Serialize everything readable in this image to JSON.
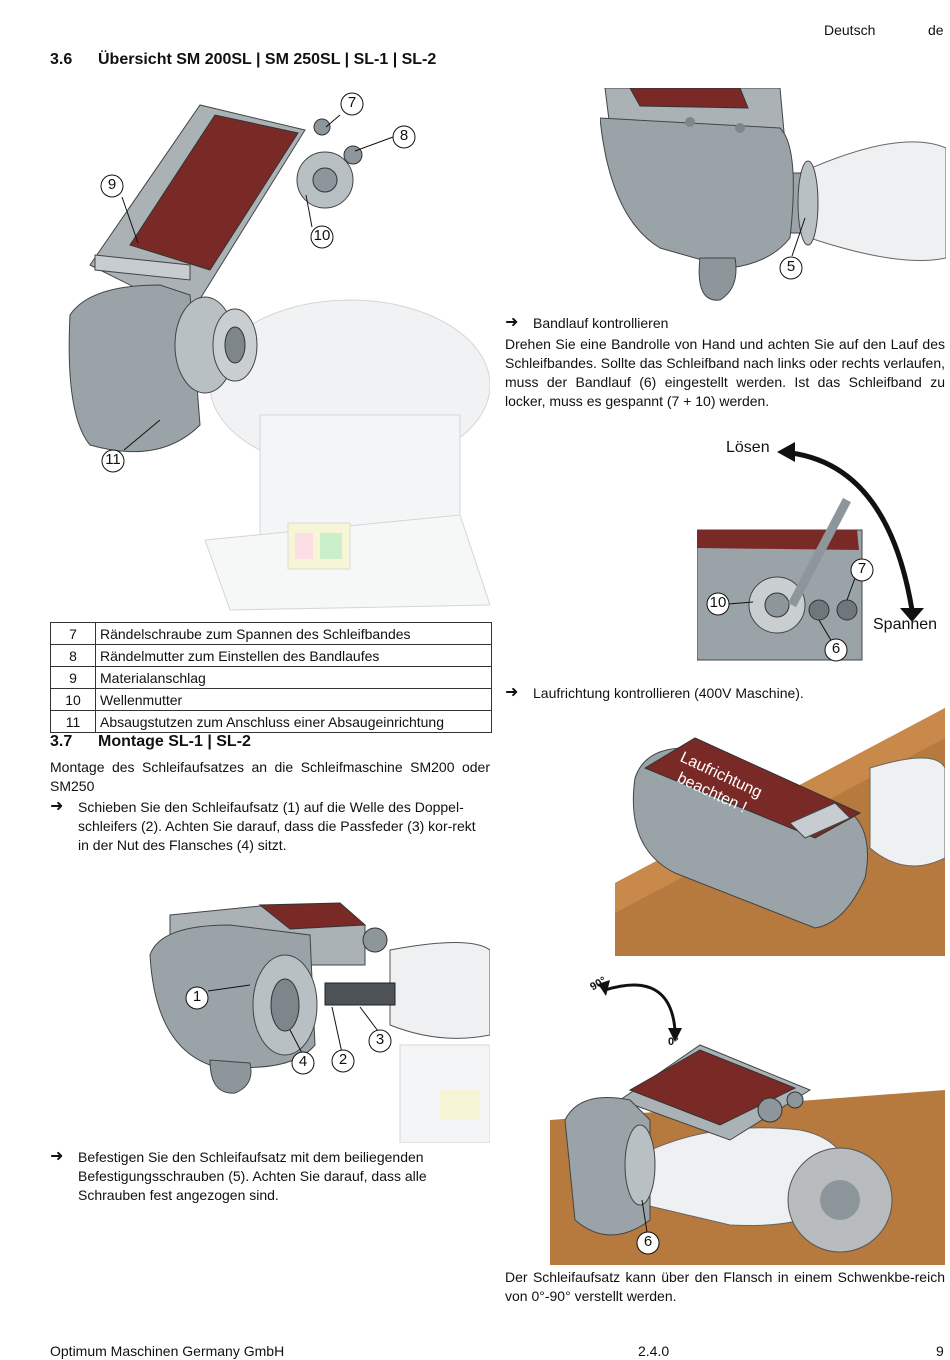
{
  "header": {
    "language": "Deutsch",
    "lang_code": "de"
  },
  "section_36": {
    "number": "3.6",
    "title": "Übersicht SM 200SL | SM 250SL | SL-1 | SL-2",
    "figure_callouts": [
      "7",
      "8",
      "9",
      "10",
      "11"
    ]
  },
  "parts_table": [
    {
      "num": "7",
      "desc": "Rändelschraube zum Spannen des Schleifbandes"
    },
    {
      "num": "8",
      "desc": "Rändelmutter zum Einstellen des Bandlaufes"
    },
    {
      "num": "9",
      "desc": "Materialanschlag"
    },
    {
      "num": "10",
      "desc": "Wellenmutter"
    },
    {
      "num": "11",
      "desc": "Absaugstutzen zum Anschluss einer Absaugeinrichtung"
    }
  ],
  "section_37": {
    "number": "3.7",
    "title": "Montage SL-1 | SL-2",
    "intro": "Montage des Schleifaufsatzes an die Schleifmaschine SM200 oder SM250",
    "step1": "Schieben Sie den Schleifaufsatz (1) auf die Welle des Doppel-schleifers (2). Achten Sie darauf, dass die Passfeder (3) kor-rekt in der Nut des Flansches (4) sitzt.",
    "mount_callouts": [
      "1",
      "2",
      "3",
      "4"
    ],
    "step2": "Befestigen Sie den Schleifaufsatz mit dem beiliegenden Befestigungsschrauben (5). Achten Sie darauf, dass alle Schrauben fest angezogen sind."
  },
  "right_column": {
    "screw_callout": "5",
    "bandlauf_heading": "Bandlauf kontrollieren",
    "bandlauf_text": "Drehen Sie eine Bandrolle von Hand und achten Sie auf den Lauf des Schleifbandes. Sollte das Schleifband nach links oder rechts verlaufen, muss der Bandlauf (6) eingestellt werden. Ist das Schleifband zu locker, muss es gespannt (7 + 10) werden.",
    "loesen_label": "Lösen",
    "spannen_label": "Spannen",
    "tension_callouts": [
      "7",
      "10",
      "6"
    ],
    "laufrichtung_heading": "Laufrichtung kontrollieren (400V Maschine).",
    "belt_print_line1": "Laufrichtung",
    "belt_print_line2": "beachten !",
    "angle_90": "90°",
    "angle_0": "0°",
    "swivel_callout": "6",
    "swivel_text": "Der Schleifaufsatz kann über den Flansch in einem Schwenkbe-reich von 0°-90° verstellt werden."
  },
  "colors": {
    "belt": "#7a2a26",
    "housing": "#9aa3a8",
    "wood": "#b77a3e"
  },
  "footer": {
    "company": "Optimum Maschinen Germany GmbH",
    "version": "2.4.0",
    "page": "9"
  }
}
